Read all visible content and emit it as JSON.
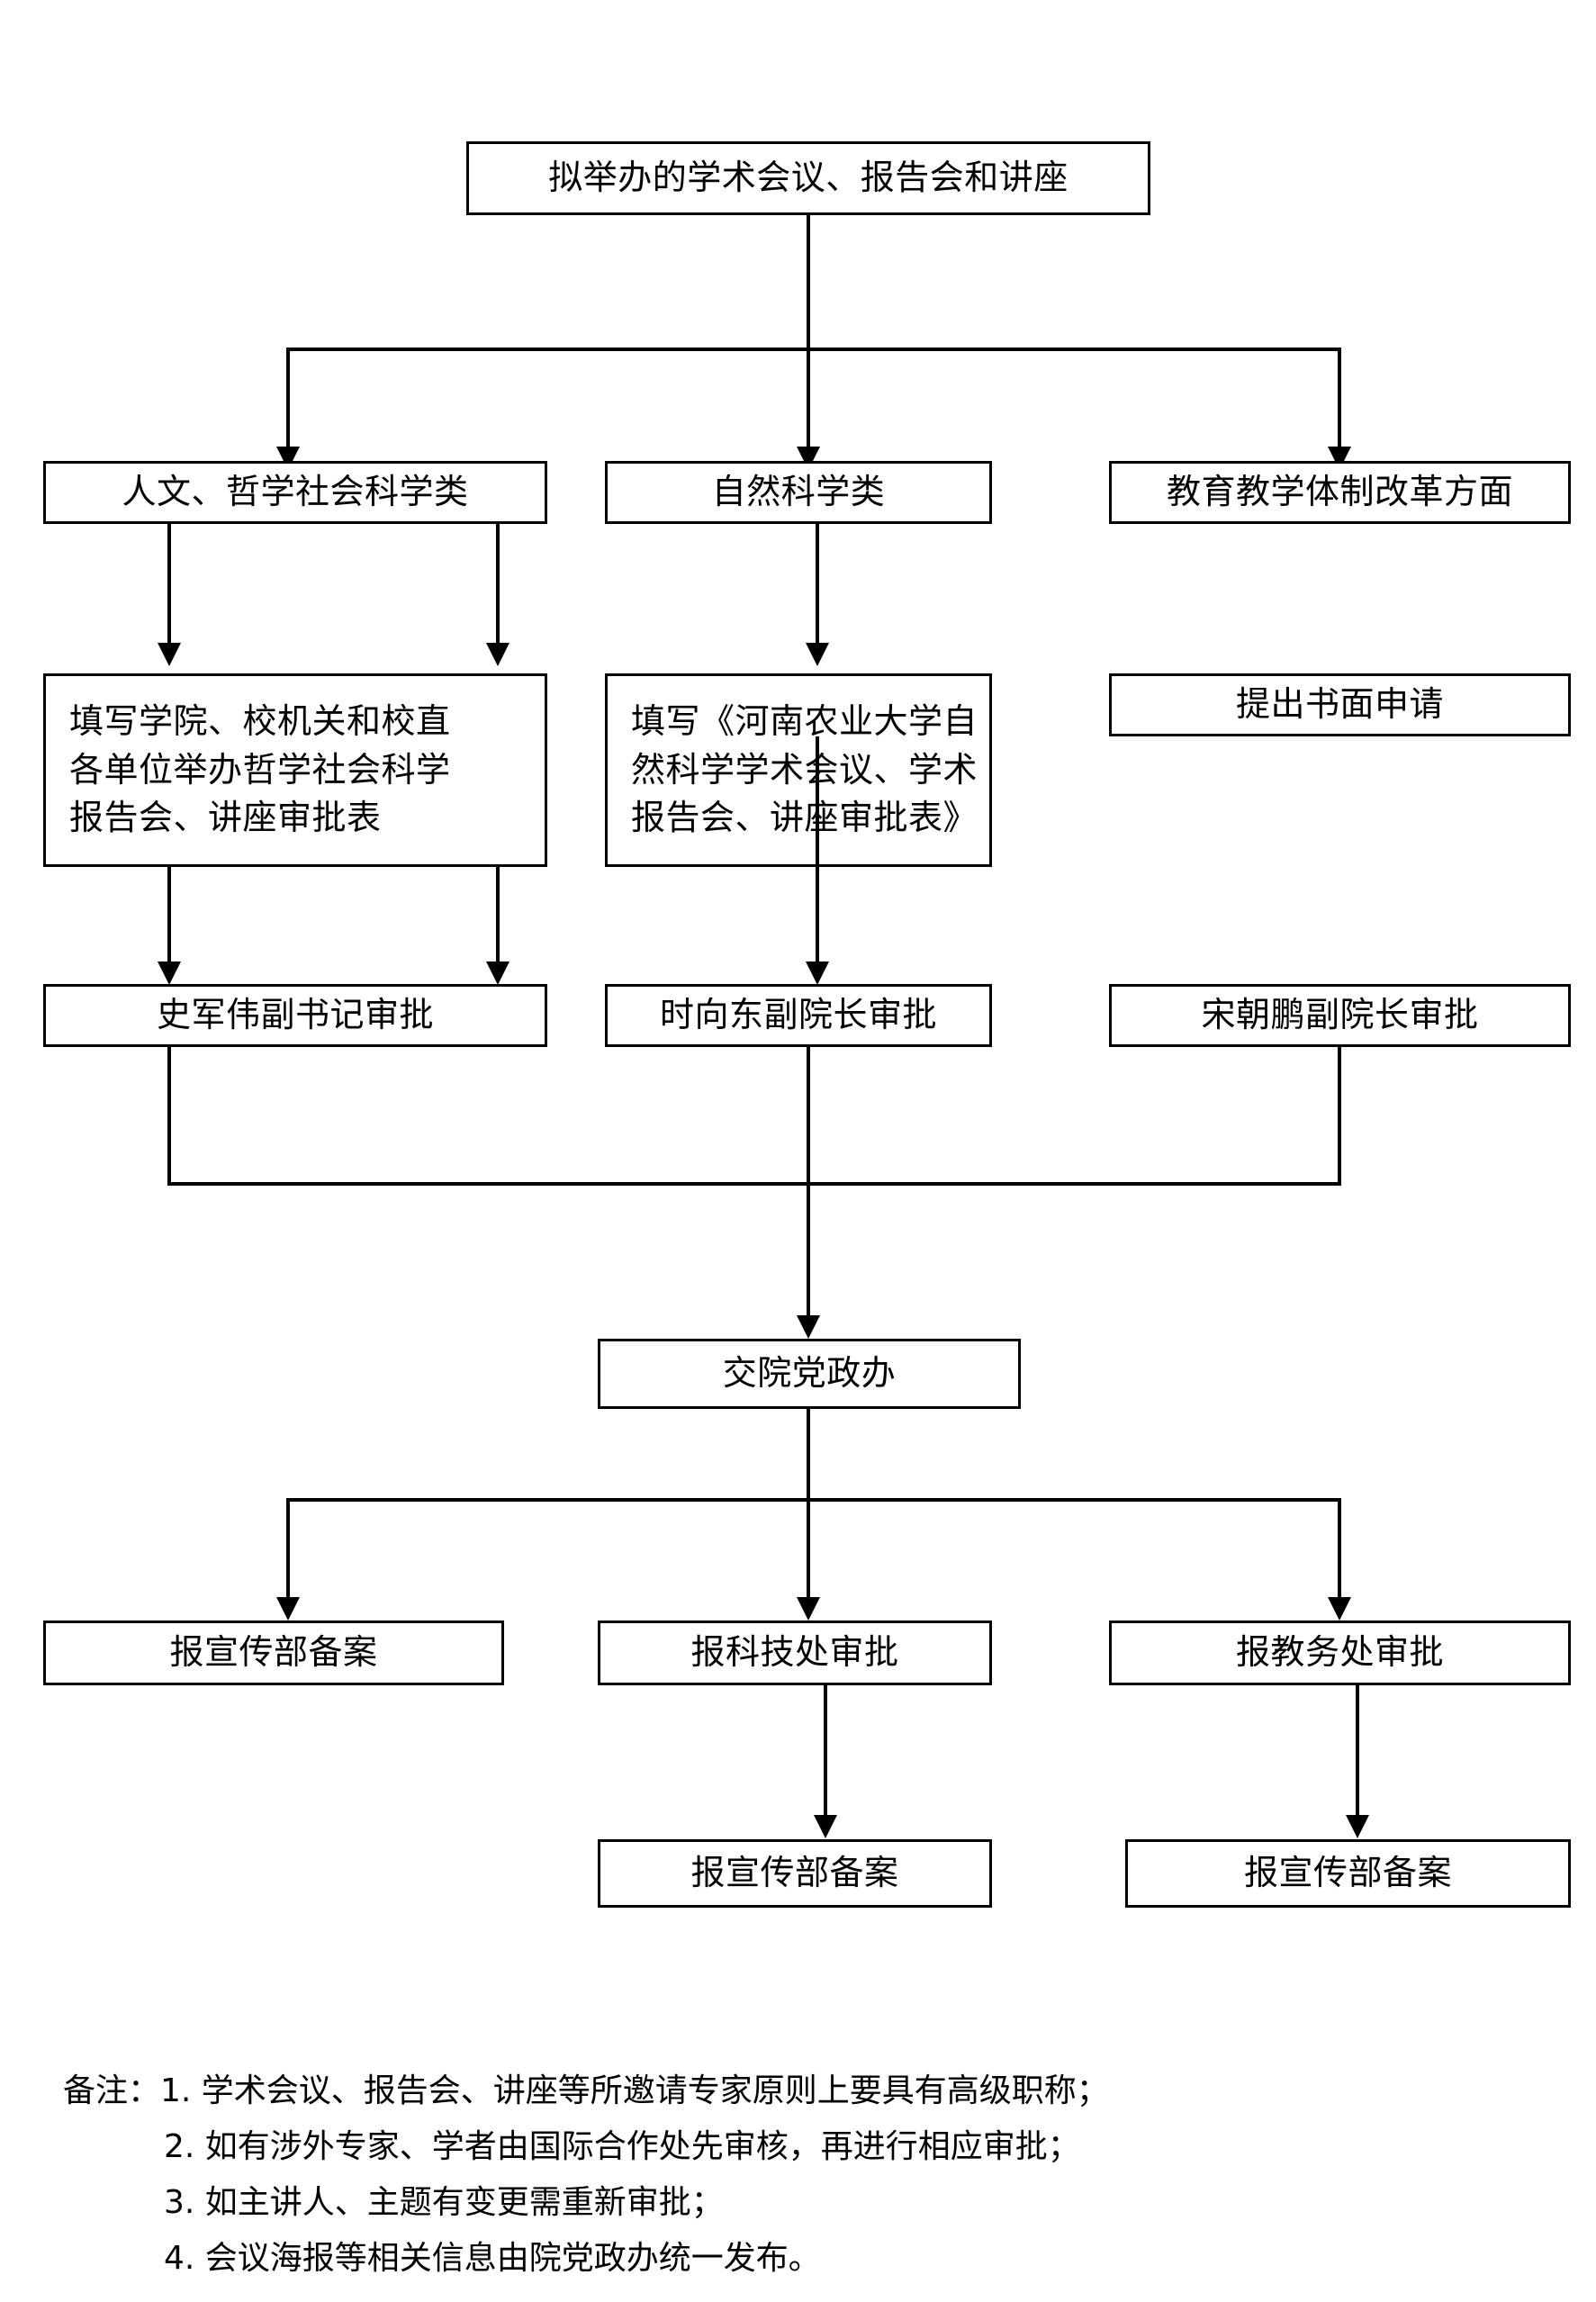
{
  "diagram": {
    "title": "学术会议、报告会和讲座审批流程图",
    "nodes": {
      "start": "拟举办的学术会议、报告会和讲座",
      "cat_humanities": "人文、哲学社会科学类",
      "cat_natural": "自然科学类",
      "cat_education": "教育教学体制改革方面",
      "form_humanities": "填写学院、校机关和校直\n各单位举办哲学社会科学\n报告会、讲座审批表",
      "form_natural": "填写《河南农业大学自\n然科学学术会议、学术\n报告会、讲座审批表》",
      "form_education": "提出书面申请",
      "approve_humanities": "史军伟副书记审批",
      "approve_natural": "时向东副院长审批",
      "approve_education": "宋朝鹏副院长审批",
      "office": "交院党政办",
      "file_propaganda_left": "报宣传部备案",
      "review_science_tech": "报科技处审批",
      "review_academic_affairs": "报教务处审批",
      "file_propaganda_mid": "报宣传部备案",
      "file_propaganda_right": "报宣传部备案"
    }
  },
  "notes": {
    "label": "备注：",
    "items": [
      "1. 学术会议、报告会、讲座等所邀请专家原则上要具有高级职称；",
      "2. 如有涉外专家、学者由国际合作处先审核，再进行相应审批；",
      "3. 如主讲人、主题有变更需重新审批；",
      "4. 会议海报等相关信息由院党政办统一发布。"
    ]
  },
  "colors": {
    "line": "#000000",
    "box_fill": "#ffffff",
    "text": "#000000",
    "page_background": "#ffffff"
  }
}
